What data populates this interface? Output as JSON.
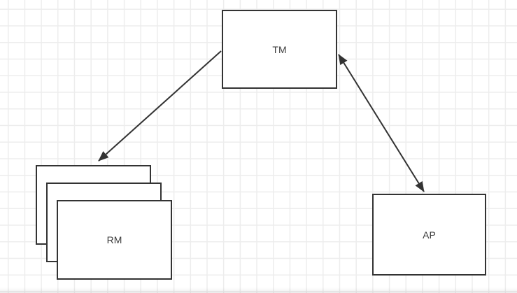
{
  "diagram": {
    "nodes": [
      {
        "id": "tm",
        "label": "TM",
        "shape": "rectangle"
      },
      {
        "id": "rm",
        "label": "RM",
        "shape": "stacked-rectangles",
        "stack_count": 3
      },
      {
        "id": "ap",
        "label": "AP",
        "shape": "rectangle"
      }
    ],
    "edges": [
      {
        "from": "tm",
        "to": "rm",
        "style": "single-arrow",
        "arrowheads": 1
      },
      {
        "from": "tm",
        "to": "ap",
        "style": "double-arrow",
        "arrowheads": 2
      }
    ],
    "colors": {
      "background": "#ffffff",
      "grid_line": "#ededed",
      "node_fill": "#ffffff",
      "node_border": "#333333",
      "label_text": "#3c3c3c",
      "arrow": "#333333"
    }
  }
}
